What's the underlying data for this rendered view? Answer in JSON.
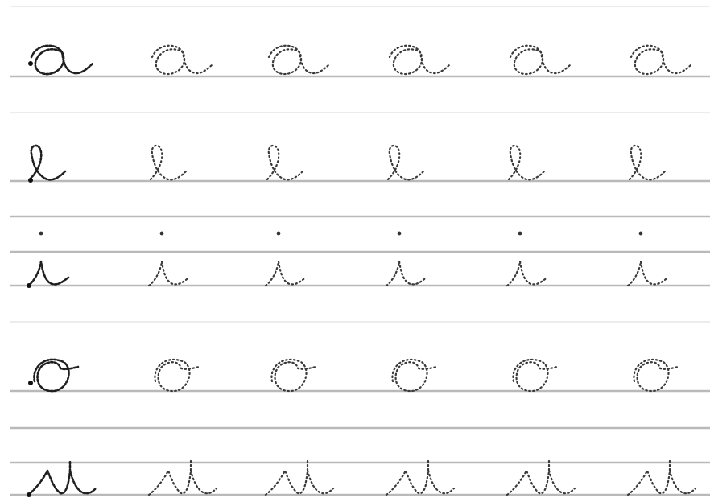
{
  "worksheet": {
    "rows": [
      {
        "letter": "a",
        "repeats": 6
      },
      {
        "letter": "e",
        "repeats": 6
      },
      {
        "letter": "i",
        "repeats": 6
      },
      {
        "letter": "o",
        "repeats": 6
      },
      {
        "letter": "u",
        "repeats": 6
      }
    ],
    "colors": {
      "guide_line": "#b9b9b9",
      "trace": "#3a3a3a",
      "first_letter": "#1f1f1f"
    }
  }
}
